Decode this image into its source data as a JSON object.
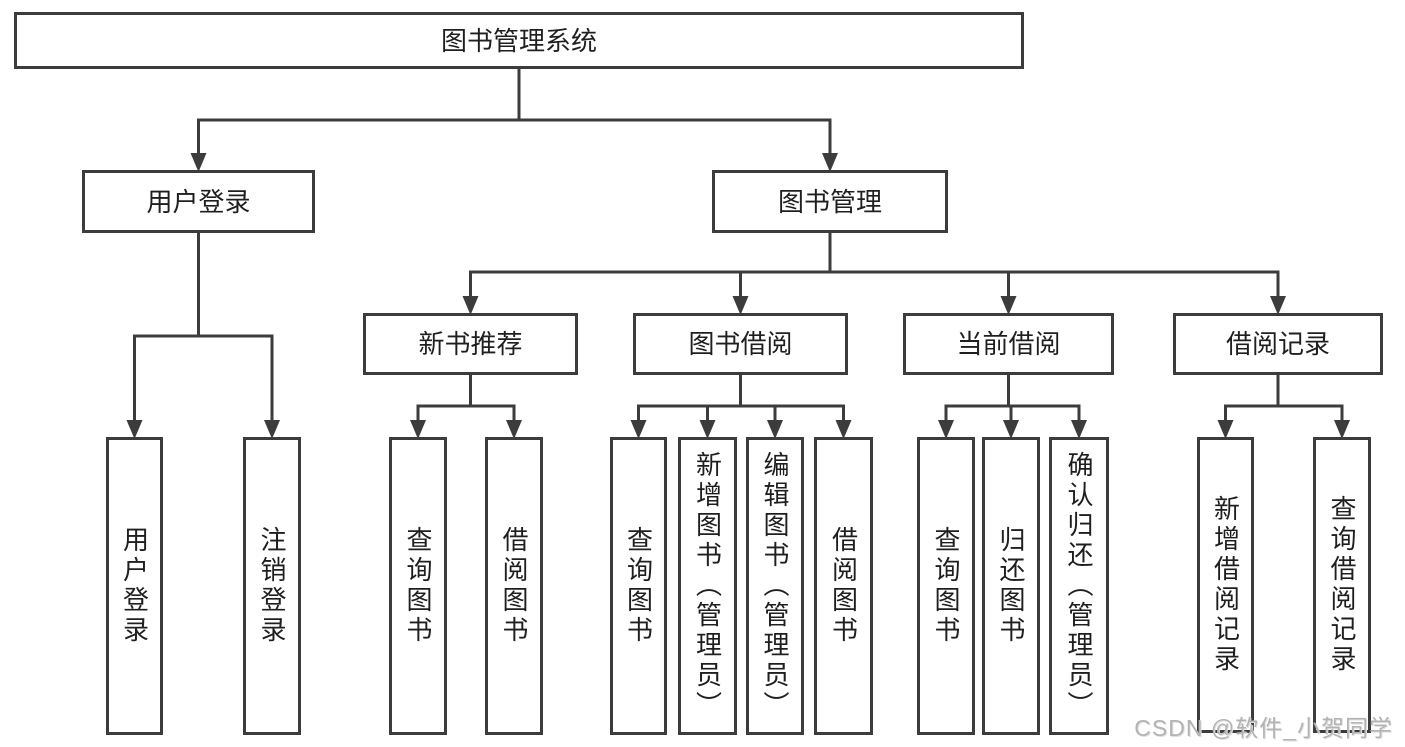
{
  "diagram_title": "图书管理系统",
  "nodes": [
    {
      "id": "root",
      "label": "图书管理系统"
    },
    {
      "id": "login",
      "label": "用户登录"
    },
    {
      "id": "mgmt",
      "label": "图书管理"
    },
    {
      "id": "login-user",
      "label": "用户登录"
    },
    {
      "id": "login-logout",
      "label": "注销登录"
    },
    {
      "id": "rec",
      "label": "新书推荐"
    },
    {
      "id": "borrow",
      "label": "图书借阅"
    },
    {
      "id": "current",
      "label": "当前借阅"
    },
    {
      "id": "records",
      "label": "借阅记录"
    },
    {
      "id": "rec-query",
      "label": "查询图书"
    },
    {
      "id": "rec-borrow",
      "label": "借阅图书"
    },
    {
      "id": "borrow-query",
      "label": "查询图书"
    },
    {
      "id": "borrow-add",
      "label": "新增图书（管理员）"
    },
    {
      "id": "borrow-edit",
      "label": "编辑图书（管理员）"
    },
    {
      "id": "borrow-lend",
      "label": "借阅图书"
    },
    {
      "id": "cur-query",
      "label": "查询图书"
    },
    {
      "id": "cur-return",
      "label": "归还图书"
    },
    {
      "id": "cur-confirm",
      "label": "确认归还（管理员）"
    },
    {
      "id": "records-add",
      "label": "新增借阅记录"
    },
    {
      "id": "records-query",
      "label": "查询借阅记录"
    }
  ],
  "edges": [
    {
      "from": "root",
      "to": "login"
    },
    {
      "from": "root",
      "to": "mgmt"
    },
    {
      "from": "login",
      "to": "login-user"
    },
    {
      "from": "login",
      "to": "login-logout"
    },
    {
      "from": "mgmt",
      "to": "rec"
    },
    {
      "from": "mgmt",
      "to": "borrow"
    },
    {
      "from": "mgmt",
      "to": "current"
    },
    {
      "from": "mgmt",
      "to": "records"
    },
    {
      "from": "rec",
      "to": "rec-query"
    },
    {
      "from": "rec",
      "to": "rec-borrow"
    },
    {
      "from": "borrow",
      "to": "borrow-query"
    },
    {
      "from": "borrow",
      "to": "borrow-add"
    },
    {
      "from": "borrow",
      "to": "borrow-edit"
    },
    {
      "from": "borrow",
      "to": "borrow-lend"
    },
    {
      "from": "current",
      "to": "cur-query"
    },
    {
      "from": "current",
      "to": "cur-return"
    },
    {
      "from": "current",
      "to": "cur-confirm"
    },
    {
      "from": "records",
      "to": "records-add"
    },
    {
      "from": "records",
      "to": "records-query"
    }
  ],
  "watermark": {
    "text": "CSDN @软件_小贺同学"
  },
  "colors": {
    "line": "#3c3c3c",
    "text": "#1f1f1f",
    "background": "#ffffff",
    "watermark": "#b3b3b3"
  }
}
